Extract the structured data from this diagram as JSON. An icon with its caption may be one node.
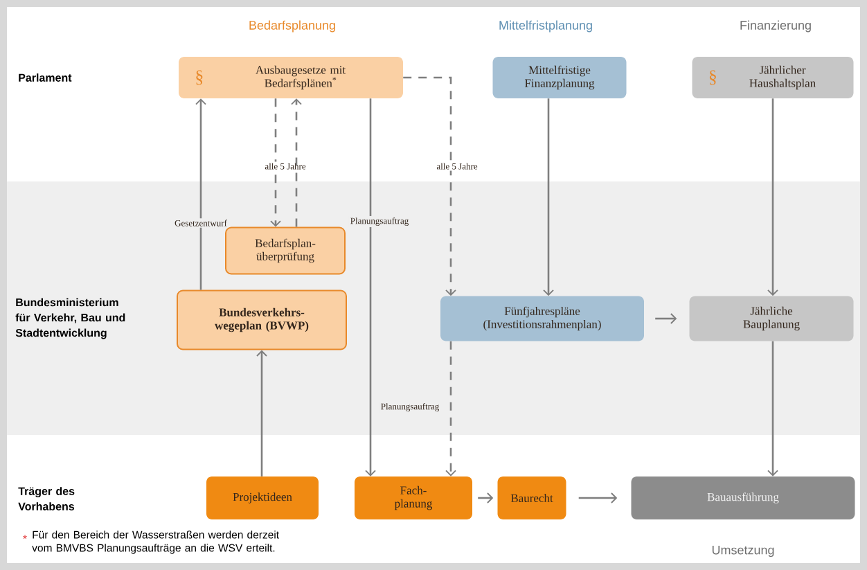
{
  "diagram": {
    "nodes": [
      {
        "text": [
          "§",
          "Ausbaugesetze mit Bedarfsplänen$^{*}$"
        ]
      },
      {
        "text": [
          "Mittelfristige Finanzplanung"
        ]
      },
      {
        "text": [
          "§",
          "Jährlicher Haushaltsplan"
        ]
      },
      {
        "text": [
          "Bedarfsplan- überprüfung"
        ]
      },
      {
        "text": [
          "Bundesverkehrs- wegeplan (BVWP)"
        ]
      },
      {
        "text": [
          "Fünfjahrespläne (Investitionsrahmenplan)"
        ]
      },
      {
        "text": [
          "Jährliche Bauplanung"
        ]
      },
      {
        "text": [
          "Projektideen"
        ]
      },
      {
        "text": [
          "Fach- planung"
        ]
      },
      {
        "text": [
          "Baurecht"
        ]
      },
      {
        "text": [
          "Bauausführung"
        ]
      }
    ],
    "edges": [
      {
        "from": 4,
        "to": 0,
        "arrow": "to",
        "label": "Gesetzentwurf"
      },
      {
        "from": 0,
        "to": 3,
        "arrow": "to",
        "style": "dashed",
        "label": "alle 5 Jahre"
      },
      {
        "from": 3,
        "to": 0,
        "arrow": "to",
        "style": "dashed"
      },
      {
        "from": 0,
        "to": 8,
        "arrow": "to",
        "label": "Planungsauftrag"
      },
      {
        "from": 0,
        "to": 5,
        "arrow": "to",
        "style": "dashed",
        "label": "alle 5 Jahre"
      },
      {
        "from": 1,
        "to": 5,
        "arrow": "to"
      },
      {
        "from": 2,
        "to": 6,
        "arrow": "to"
      },
      {
        "from": 5,
        "to": 6,
        "arrow": "to"
      },
      {
        "from": 6,
        "to": 10,
        "arrow": "to"
      },
      {
        "from": 7,
        "to": 4,
        "arrow": "to"
      },
      {
        "from": 5,
        "to": 8,
        "arrow": "to",
        "style": "dashed",
        "label": "Planungsauftrag"
      },
      {
        "from": 8,
        "to": 9,
        "arrow": "to"
      },
      {
        "from": 9,
        "to": 10,
        "arrow": "to"
      }
    ],
    "labels": [
      "Bedarfsplanung",
      "Mittelfristplanung",
      "Finanzierung",
      "Parlament",
      "Bundesministerium für Verkehr, Bau und Stadtentwicklung",
      "Träger des Vorhabens",
      "*",
      "Für den Bereich der Wasserstraßen werden derzeit vom BMVBS Planungsaufträge an die WSV erteilt.",
      "Umsetzung"
    ]
  }
}
